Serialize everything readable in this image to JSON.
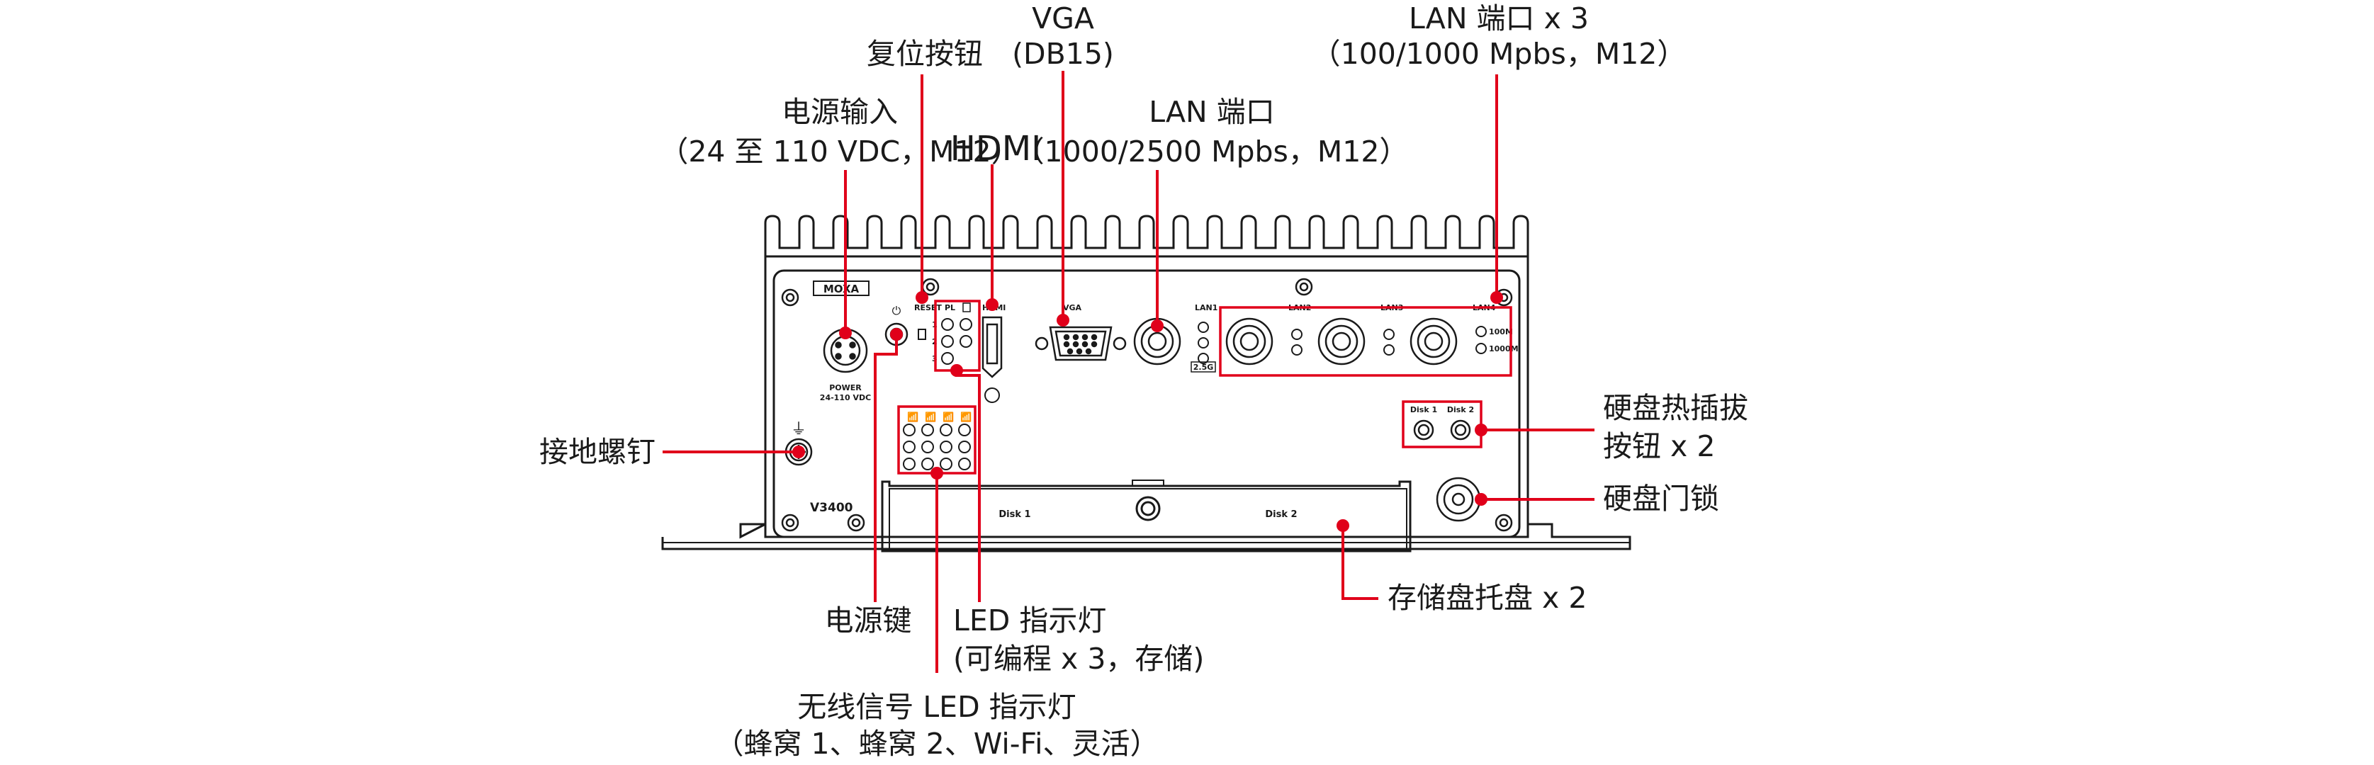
{
  "device": {
    "brand": "MOXA",
    "model": "V3400",
    "power_label_line1": "POWER",
    "power_label_line2": "24-110 VDC",
    "reset_label": "RESET",
    "pl_label": "PL",
    "pl_numbers": [
      "1",
      "2",
      "3"
    ],
    "hdmi_label": "HDMI",
    "vga_label": "VGA",
    "lan_labels": [
      "LAN1",
      "LAN2",
      "LAN3",
      "LAN4"
    ],
    "lan1_speed": "2.5G",
    "lan_speed_100": "100M",
    "lan_speed_1000": "1000M",
    "disk_button_labels": [
      "Disk 1",
      "Disk 2"
    ],
    "tray_labels": [
      "Disk 1",
      "Disk 2"
    ]
  },
  "callouts": {
    "power_input": [
      "电源输入",
      "（24 至 110 VDC，M12）"
    ],
    "reset_button": "复位按钮",
    "hdmi": "HDMI",
    "vga": [
      "VGA",
      "(DB15)"
    ],
    "lan_single": [
      "LAN 端口",
      "（1000/2500 Mpbs，M12）"
    ],
    "lan_triple": [
      "LAN 端口 x 3",
      "（100/1000 Mpbs，M12）"
    ],
    "disk_hotswap": [
      "硬盘热插拔",
      "按钮 x 2"
    ],
    "grounding_screw": "接地螺钉",
    "disk_lock": "硬盘门锁",
    "storage_tray": "存储盘托盘 x 2",
    "power_key": "电源键",
    "led_indicator": [
      "LED 指示灯",
      "(可编程 x 3，存储)"
    ],
    "wireless_led": [
      "无线信号 LED 指示灯",
      "（蜂窝 1、蜂窝 2、Wi-Fi、灵活）"
    ]
  },
  "colors": {
    "callout_red": "#e0001a",
    "device_outline": "#1a1a1a"
  }
}
